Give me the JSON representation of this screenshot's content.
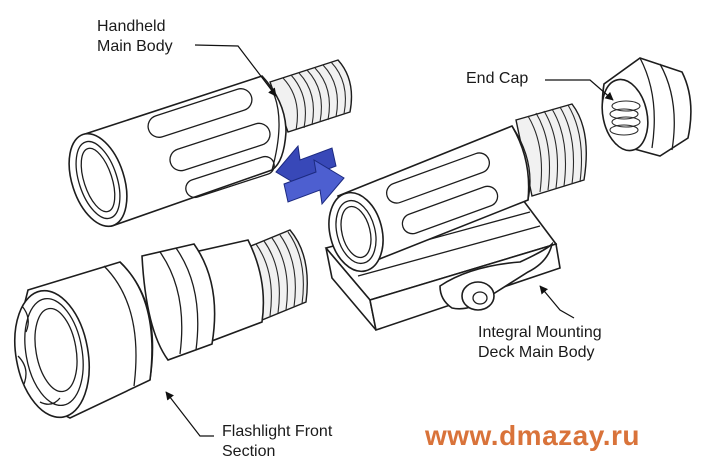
{
  "labels": {
    "handheld_main_body": [
      "Handheld",
      "Main Body"
    ],
    "end_cap": "End Cap",
    "integral_mounting_deck": [
      "Integral Mounting",
      "Deck Main Body"
    ],
    "flashlight_front_section": [
      "Flashlight Front",
      "Section"
    ]
  },
  "watermark": "www.dmazay.ru",
  "colors": {
    "swap_arrow": "#3848b8",
    "watermark": "#d9733a",
    "line_art": "#1d1d1d"
  },
  "icons": {
    "swap_arrow": "double-headed-exchange-arrow"
  }
}
